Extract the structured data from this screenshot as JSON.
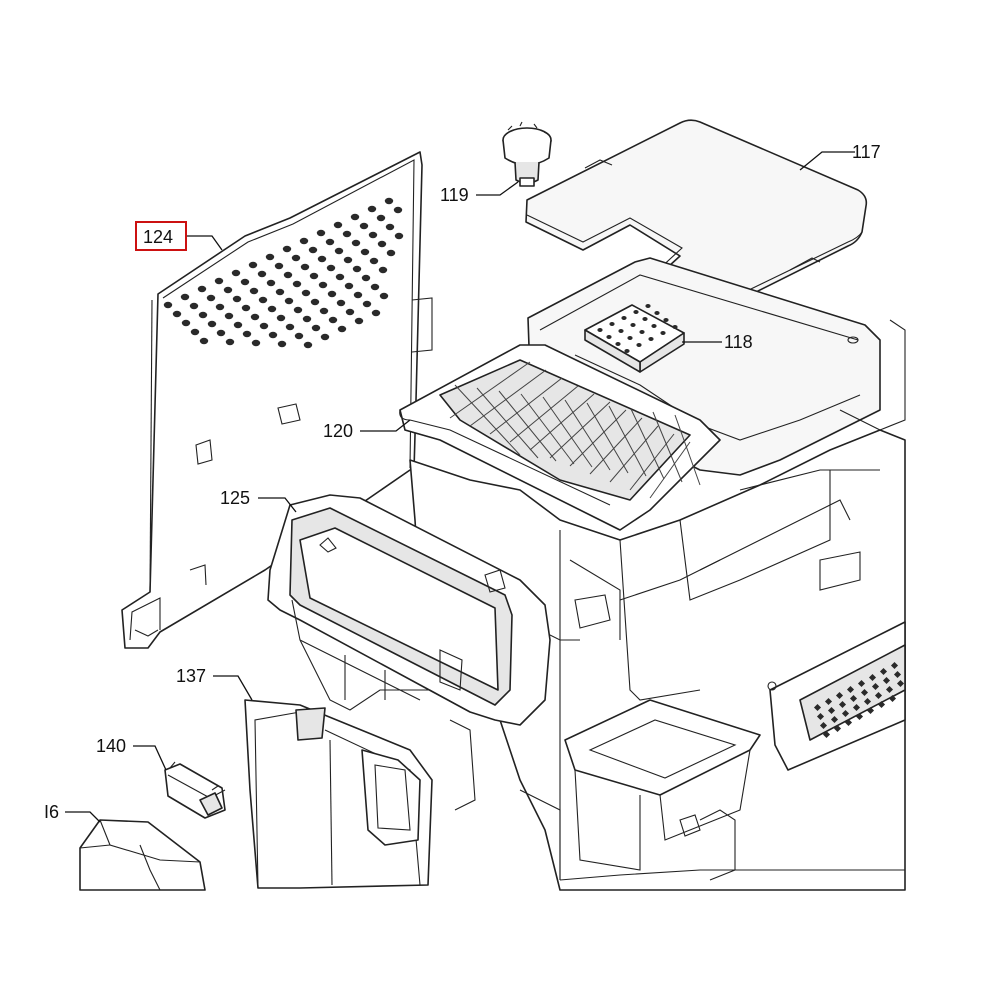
{
  "diagram": {
    "callouts": [
      {
        "id": "117",
        "text": "117"
      },
      {
        "id": "118",
        "text": "118"
      },
      {
        "id": "119",
        "text": "119"
      },
      {
        "id": "120",
        "text": "120"
      },
      {
        "id": "124",
        "text": "124",
        "highlighted": true
      },
      {
        "id": "125",
        "text": "125"
      },
      {
        "id": "137",
        "text": "137"
      },
      {
        "id": "140",
        "text": "140"
      },
      {
        "id": "116",
        "text": "I6"
      }
    ],
    "highlight_color": "#cc1111"
  }
}
